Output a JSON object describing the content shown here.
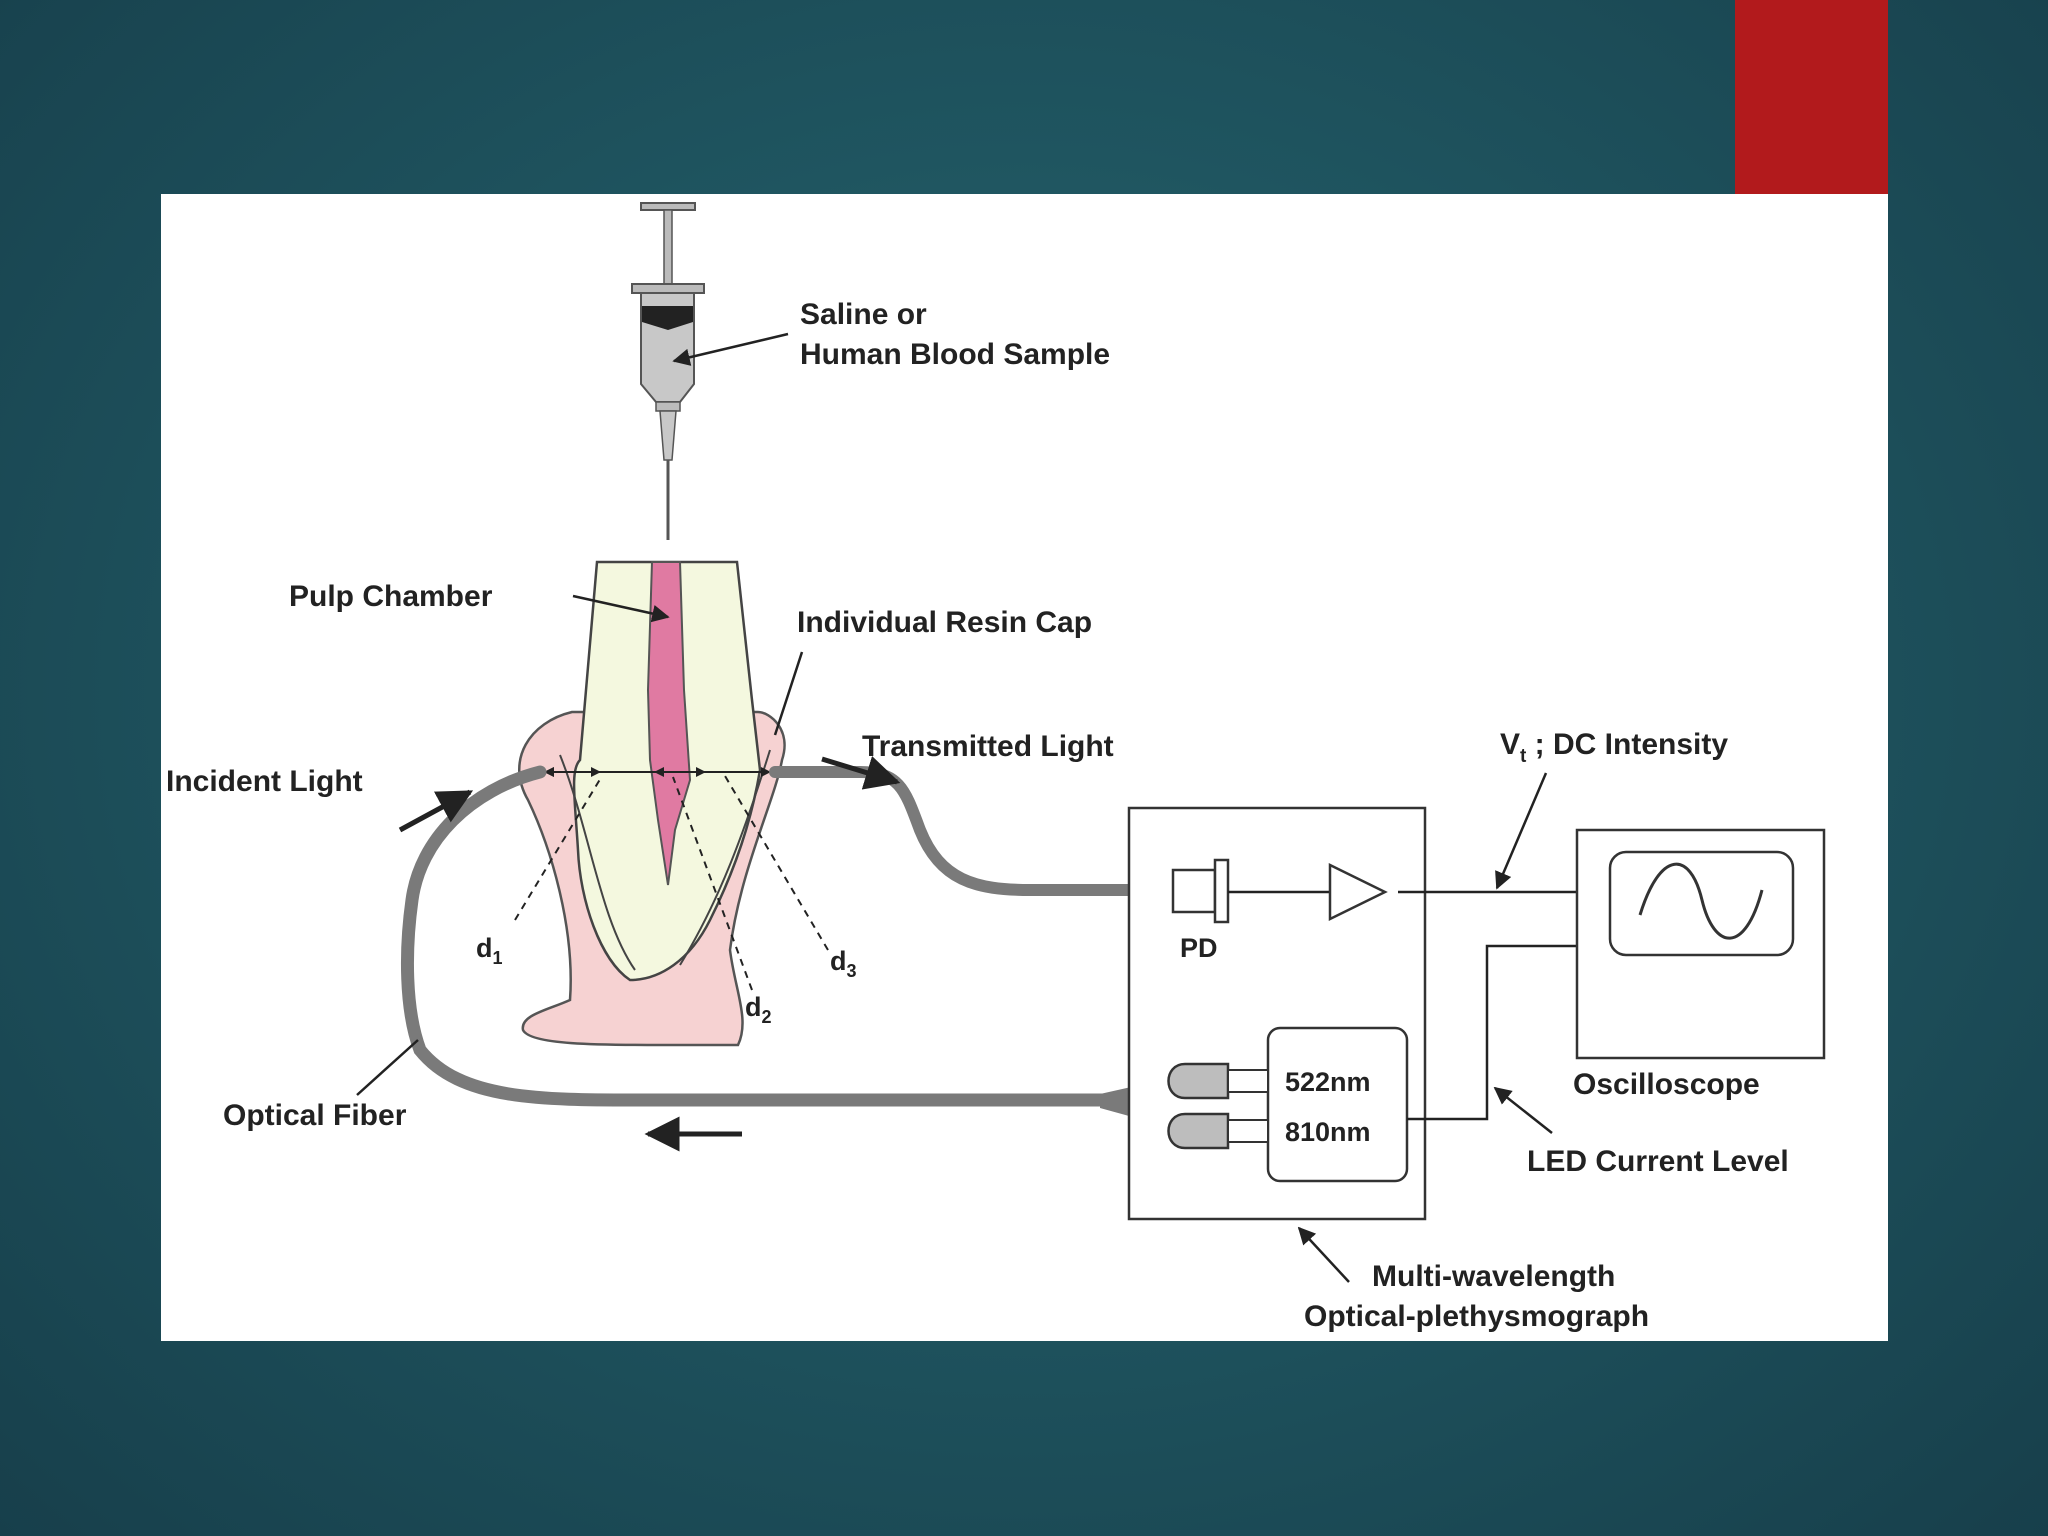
{
  "colors": {
    "background": "#1f5560",
    "accent": "#b21a1c",
    "panel": "#ffffff",
    "pulp": "#e07aa2",
    "resin_cap": "#f6d2d2",
    "tooth": "#f4f8df",
    "fiber": "#7a7a7a"
  },
  "labels": {
    "saline_line1": "Saline or",
    "saline_line2": "Human Blood Sample",
    "pulp_chamber": "Pulp Chamber",
    "resin_cap": "Individual Resin Cap",
    "incident_light": "Incident Light",
    "transmitted_light": "Transmitted Light",
    "vt_main": "V",
    "vt_sub": "t",
    "vt_rest": " ; DC Intensity",
    "d1_main": "d",
    "d1_sub": "1",
    "d2_main": "d",
    "d2_sub": "2",
    "d3_main": "d",
    "d3_sub": "3",
    "pd": "PD",
    "led_522": "522nm",
    "led_810": "810nm",
    "oscilloscope": "Oscilloscope",
    "optical_fiber": "Optical Fiber",
    "led_current": "LED Current Level",
    "mw_line1": "Multi-wavelength",
    "mw_line2": "Optical-plethysmograph"
  },
  "icons": [
    "syringe-icon",
    "tooth-icon",
    "photodiode-icon",
    "amplifier-icon",
    "led-icon",
    "sine-wave-icon",
    "arrow-icon"
  ]
}
